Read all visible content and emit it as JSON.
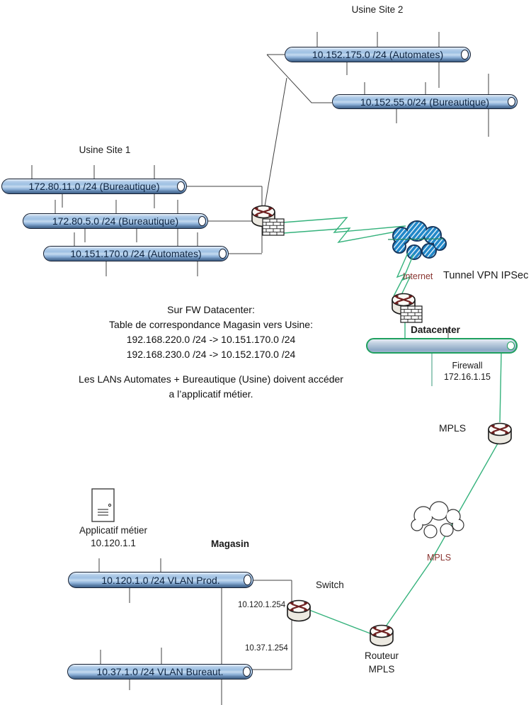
{
  "sites": {
    "site2": {
      "title": "Usine Site 2",
      "networks": [
        {
          "label": "10.152.175.0 /24 (Automates)"
        },
        {
          "label": "10.152.55.0/24 (Bureautique)"
        }
      ]
    },
    "site1": {
      "title": "Usine Site 1",
      "networks": [
        {
          "label": "172.80.11.0 /24 (Bureautique)"
        },
        {
          "label": "172.80.5.0 /24 (Bureautique)"
        },
        {
          "label": "10.151.170.0 /24 (Automates)"
        }
      ]
    }
  },
  "wan": {
    "internet_label": "Internet",
    "tunnel_label": "Tunnel VPN IPSec",
    "mpls_cloud_label": "MPLS"
  },
  "datacenter": {
    "title": "Datacenter",
    "firewall_label": "Firewall",
    "firewall_ip": "172.16.1.15",
    "mpls_router_label": "MPLS"
  },
  "magasin": {
    "title": "Magasin",
    "server_label": "Applicatif métier",
    "server_ip": "10.120.1.1",
    "switch_label": "Switch",
    "router_label_line1": "Routeur",
    "router_label_line2": "MPLS",
    "vlan_prod": {
      "label": "10.120.1.0 /24 VLAN Prod.",
      "gateway": "10.120.1.254"
    },
    "vlan_bureautique": {
      "label": "10.37.1.0 /24 VLAN Bureaut.",
      "gateway": "10.37.1.254"
    }
  },
  "note": {
    "lines": [
      "Sur FW Datacenter:",
      "Table de correspondance Magasin vers Usine:",
      "192.168.220.0 /24 -> 10.151.170.0 /24",
      "192.168.230.0 /24 -> 10.152.170.0 /24",
      "Les LANs Automates + Bureautique (Usine) doivent accéder",
      "a l’applicatif métier."
    ]
  },
  "colors": {
    "link_green": "#35b27c",
    "segment_border": "#141e30",
    "datacenter_border": "#1fa05f",
    "cloud_blue": "#2187c8",
    "cloud_outline": "#17375e",
    "label_maroon": "#8a3531"
  }
}
